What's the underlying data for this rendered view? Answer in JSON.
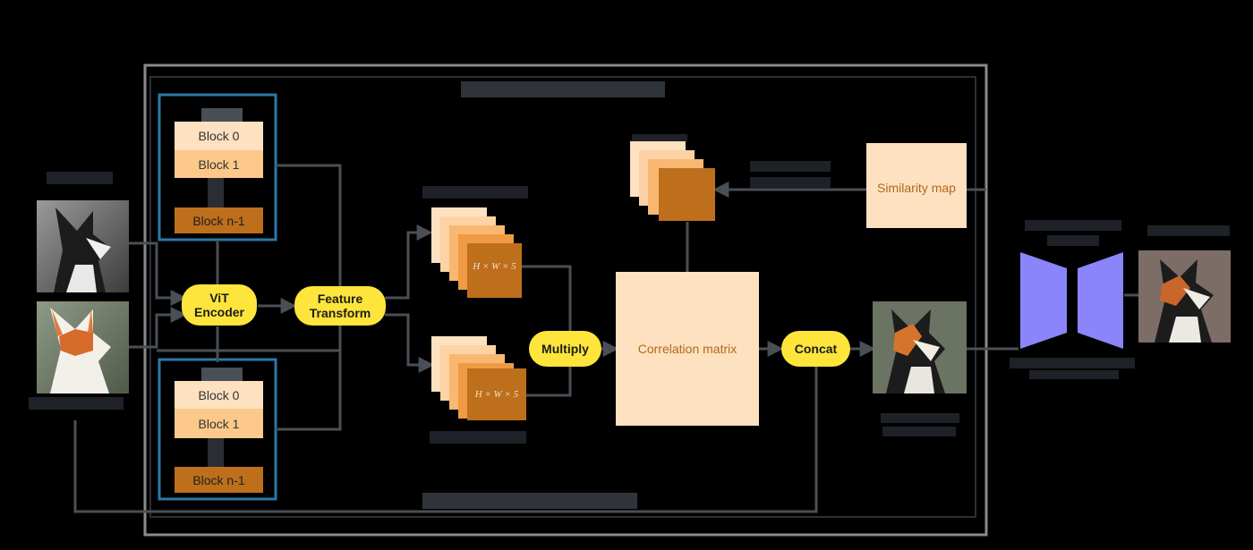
{
  "encoder": {
    "top_blocks": [
      "Block 0",
      "Block 1",
      "Block n-1"
    ],
    "bottom_blocks": [
      "Block 0",
      "Block 1",
      "Block n-1"
    ],
    "vit_label": "ViT\nEncoder"
  },
  "nodes": {
    "feature_transform": "Feature\nTransform",
    "multiply": "Multiply",
    "correlation_matrix": "Correlation matrix",
    "concat": "Concat",
    "similarity_map": "Similarity map",
    "tensor_dim_top": "H × W × 5",
    "tensor_dim_bottom": "H × W × 5"
  },
  "colors": {
    "background": "#000000",
    "frame_gray": "#8a8a8a",
    "encoder_border": "#2a79a8",
    "pill_yellow": "#fde53c",
    "peach_light": "#fde1c0",
    "peach_mid": "#fcc98a",
    "orange_dark": "#bd6f1b",
    "decoder_purple": "#8a85fb",
    "arrow_gray": "#4a4f56"
  },
  "icons": {
    "grayscale_dog": "grayscale-dog-image",
    "color_dog": "reference-dog-image",
    "colorized_dog": "warped-color-dog-image",
    "output_dog": "output-dog-image",
    "decoder": "unet-decoder-icon"
  }
}
